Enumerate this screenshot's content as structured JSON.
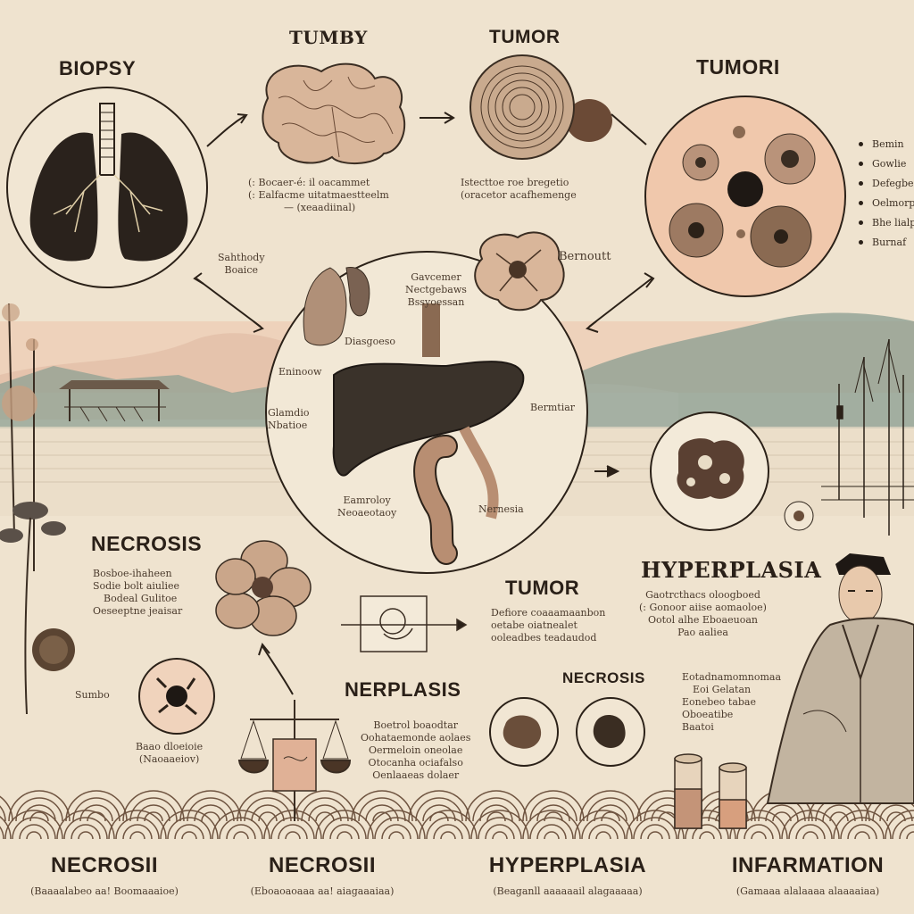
{
  "headings": {
    "biopsy": "BIOPSY",
    "tumby": "TUMBY",
    "tumor_top": "TUMOR",
    "tumori": "TUMORI",
    "necrosis_left": "NECROSIS",
    "tumor_mid": "TUMOR",
    "hyperplasia_right": "HYPERPLASIA",
    "nerplasis": "NERPLASIS",
    "necrosis_small": "NECROSIS"
  },
  "captions": {
    "tumby_desc": [
      "(: Bocaer-é: il oacammet",
      "(: Ealfacme uitatmaestteelm",
      "— (xeaadiinal)"
    ],
    "tumor_desc": [
      "Istecttoe roe bregetio",
      "(oracetor acafhemenge"
    ],
    "sahthody": [
      "Sahthody",
      "Boaice"
    ],
    "center_top": [
      "Gavcemer",
      "Nectgebaws",
      "Bssyoessan"
    ],
    "diasgoeso": "Diasgoeso",
    "bernoutt": "Bernoutt",
    "eninoow": "Eninoow",
    "bermtiar": "Bermtiar",
    "glamdio": [
      "Glamdio",
      "Nbatioe"
    ],
    "eamroloy": [
      "Eamroloy",
      "Neoaeotaoy"
    ],
    "nernesia": "Nernesia",
    "necrosis_left_desc": [
      "Bosboe-ihaheen",
      "Sodie bolt aiuliee",
      "Bodeal Gulitoe",
      "Oeseeptne jeaisar"
    ],
    "tumor_mid_desc": [
      "Defiore coaaamaanbon",
      "oetabe oiatnealet",
      "ooleadbes teadaudod"
    ],
    "hyperplasia_desc": [
      "Gaotrcthacs oloogboed",
      "(: Gonoor aiise aomaoloe)",
      "Ootol alhe Eboaeuoan",
      "Pao aaliea"
    ],
    "nerplasis_desc": [
      "Boetrol boaodtar",
      "Oohataemonde aolaes",
      "Oermeloin oneolae",
      "Otocanha ociafalso",
      "Oenlaaeas dolaer"
    ],
    "bone_caption": [
      "Baao dloeioie",
      "(Naoaaeiov)"
    ],
    "sumbo": "Sumbo",
    "necrosis_small_desc": [
      "Eotadnamomnomaa",
      "Eoi Gelatan",
      "Eonebeo tabae",
      "Oboeatibe",
      "Baatoi"
    ]
  },
  "right_list": [
    "Bemin",
    "Gowlie",
    "Defegbe",
    "Oelmorpen",
    "Bhe lialp",
    "Burnaf"
  ],
  "bottom": [
    {
      "title": "NECROSII",
      "sub": "(Baaaalabeo aa! Boomaaaioe)"
    },
    {
      "title": "NECROSII",
      "sub": "(Eboaoaoaaa aa! aiagaaaiaa)"
    },
    {
      "title": "HYPERPLASIA",
      "sub": "(Beaganll aaaaaail alagaaaaa)"
    },
    {
      "title": "INFARMATION",
      "sub": "(Gamaaa alalaaaa alaaaaiaa)"
    }
  ],
  "colors": {
    "paper": "#efe3cf",
    "ink": "#2b2118",
    "lung": "#2a221c",
    "liver": "#3a322a",
    "tissue": "#d9b69a",
    "petri": "#f0c8ac",
    "mountain": "#8ea093",
    "horizon": "#e7b69c"
  }
}
